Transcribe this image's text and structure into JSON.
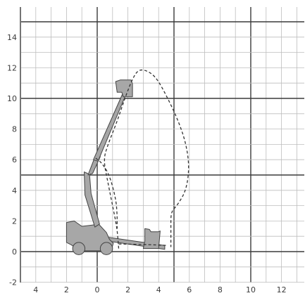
{
  "chart_data": {
    "type": "diagram",
    "x_ticks": [
      {
        "value": -4,
        "label": "4"
      },
      {
        "value": -2,
        "label": "2"
      },
      {
        "value": 0,
        "label": "0"
      },
      {
        "value": 2,
        "label": "2"
      },
      {
        "value": 4,
        "label": "4"
      },
      {
        "value": 6,
        "label": "6"
      },
      {
        "value": 8,
        "label": "8"
      },
      {
        "value": 10,
        "label": "10"
      },
      {
        "value": 12,
        "label": "12"
      }
    ],
    "y_ticks": [
      {
        "value": -2,
        "label": "-2"
      },
      {
        "value": 0,
        "label": "0"
      },
      {
        "value": 2,
        "label": "2"
      },
      {
        "value": 4,
        "label": "4"
      },
      {
        "value": 6,
        "label": "6"
      },
      {
        "value": 8,
        "label": "8"
      },
      {
        "value": 10,
        "label": "10"
      },
      {
        "value": 12,
        "label": "12"
      },
      {
        "value": 14,
        "label": "14"
      }
    ],
    "xlim": [
      -5,
      13.5
    ],
    "ylim": [
      -2,
      16
    ],
    "grid": true,
    "minor_grid_step": 1,
    "major_grid_step": 5,
    "colors": {
      "grid_minor": "#bdbdbd",
      "grid_major": "#3a3a3a",
      "machine": "#a7a7a7",
      "machine_outline": "#444444",
      "envelope": "#333333"
    },
    "working_envelope": [
      [
        1.4,
        0.2
      ],
      [
        1.3,
        1.5
      ],
      [
        1.0,
        3.0
      ],
      [
        0.7,
        4.5
      ],
      [
        0.4,
        6.0
      ],
      [
        0.7,
        7.0
      ],
      [
        1.3,
        8.5
      ],
      [
        1.8,
        10.0
      ],
      [
        2.3,
        11.3
      ],
      [
        2.7,
        11.9
      ],
      [
        3.3,
        11.8
      ],
      [
        3.9,
        11.3
      ],
      [
        4.6,
        10.0
      ],
      [
        5.3,
        8.5
      ],
      [
        5.8,
        7.0
      ],
      [
        6.0,
        5.5
      ],
      [
        5.8,
        4.0
      ],
      [
        5.2,
        3.0
      ],
      [
        4.8,
        2.6
      ],
      [
        4.8,
        1.5
      ],
      [
        4.8,
        0.3
      ]
    ],
    "inner_envelope": [
      [
        -0.1,
        6.1
      ],
      [
        0.3,
        5.8
      ],
      [
        0.8,
        5.0
      ],
      [
        1.2,
        3.5
      ],
      [
        1.3,
        2.5
      ],
      [
        1.3,
        1.5
      ]
    ],
    "inner_envelope_lower": [
      [
        1.4,
        0.5
      ],
      [
        3.5,
        0.45
      ],
      [
        4.6,
        0.4
      ]
    ],
    "platform": [
      [
        1.2,
        11.1
      ],
      [
        1.5,
        11.2
      ],
      [
        2.2,
        11.2
      ],
      [
        2.3,
        10.95
      ],
      [
        2.3,
        10.1
      ],
      [
        1.7,
        10.1
      ],
      [
        1.6,
        10.4
      ],
      [
        1.3,
        10.4
      ]
    ],
    "upper_boom": [
      [
        1.65,
        10.3
      ],
      [
        1.85,
        10.2
      ],
      [
        0.05,
        5.9
      ],
      [
        -0.25,
        6.0
      ]
    ],
    "lower_boom": [
      [
        -0.6,
        5.0
      ],
      [
        -0.3,
        5.1
      ],
      [
        0.2,
        6.2
      ],
      [
        -0.1,
        6.3
      ]
    ],
    "column": [
      [
        -0.85,
        5.2
      ],
      [
        -0.5,
        5.05
      ],
      [
        -0.4,
        3.8
      ],
      [
        0.15,
        1.8
      ],
      [
        -0.15,
        1.6
      ],
      [
        -0.8,
        3.7
      ]
    ],
    "chassis": [
      [
        -2.0,
        1.9
      ],
      [
        -1.5,
        2.0
      ],
      [
        -1.0,
        1.65
      ],
      [
        -0.2,
        1.75
      ],
      [
        0.0,
        1.9
      ],
      [
        0.6,
        1.25
      ],
      [
        0.8,
        0.8
      ],
      [
        1.05,
        0.55
      ],
      [
        0.95,
        0.2
      ],
      [
        0.6,
        0.05
      ],
      [
        -1.1,
        0.05
      ],
      [
        -1.7,
        0.45
      ],
      [
        -2.0,
        0.6
      ]
    ],
    "outrigger_arm": [
      [
        0.6,
        0.95
      ],
      [
        4.4,
        0.4
      ],
      [
        4.4,
        0.15
      ],
      [
        0.6,
        0.7
      ]
    ],
    "outrigger_head": [
      [
        3.1,
        1.5
      ],
      [
        3.4,
        1.45
      ],
      [
        3.5,
        1.3
      ],
      [
        4.0,
        1.3
      ],
      [
        4.1,
        1.35
      ],
      [
        4.0,
        0.2
      ],
      [
        3.0,
        0.2
      ],
      [
        3.1,
        0.7
      ]
    ],
    "wheels": [
      {
        "cx": -1.2,
        "cy": 0.2,
        "r": 0.4
      },
      {
        "cx": 0.6,
        "cy": 0.2,
        "r": 0.4
      }
    ]
  }
}
